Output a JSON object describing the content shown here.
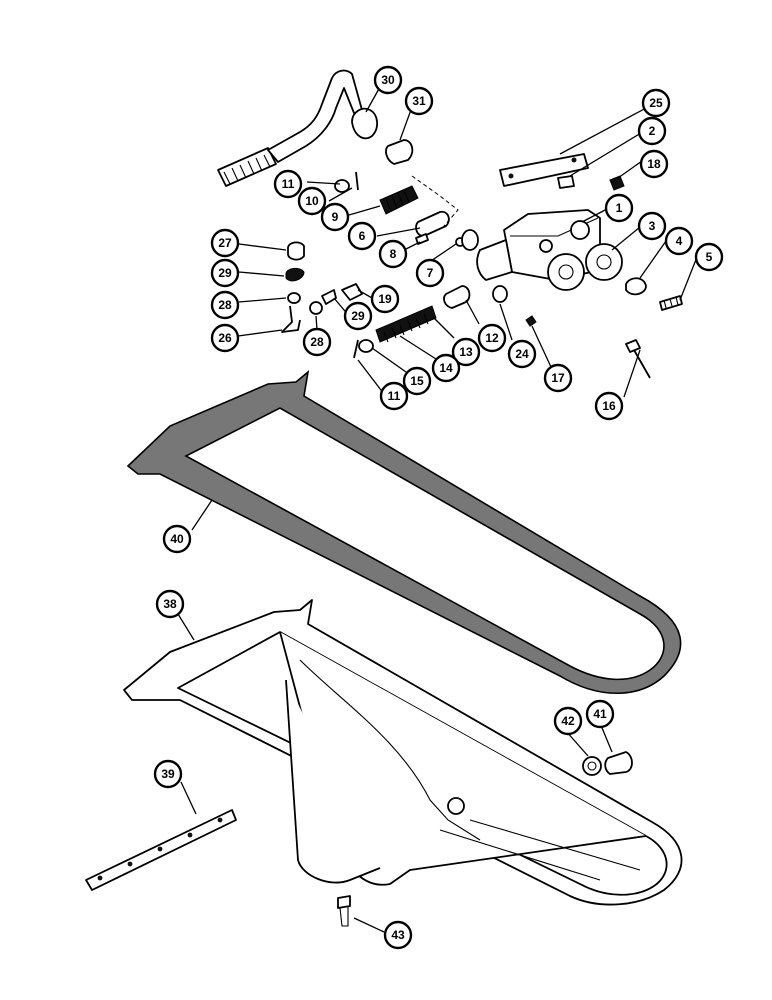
{
  "callouts": [
    {
      "id": "c30",
      "label": "30"
    },
    {
      "id": "c31",
      "label": "31"
    },
    {
      "id": "c25",
      "label": "25"
    },
    {
      "id": "c2",
      "label": "2"
    },
    {
      "id": "c18",
      "label": "18"
    },
    {
      "id": "c11a",
      "label": "11"
    },
    {
      "id": "c10",
      "label": "10"
    },
    {
      "id": "c9",
      "label": "9"
    },
    {
      "id": "c6",
      "label": "6"
    },
    {
      "id": "c8",
      "label": "8"
    },
    {
      "id": "c1",
      "label": "1"
    },
    {
      "id": "c3",
      "label": "3"
    },
    {
      "id": "c4",
      "label": "4"
    },
    {
      "id": "c5",
      "label": "5"
    },
    {
      "id": "c27",
      "label": "27"
    },
    {
      "id": "c29a",
      "label": "29"
    },
    {
      "id": "c28a",
      "label": "28"
    },
    {
      "id": "c26",
      "label": "26"
    },
    {
      "id": "c28b",
      "label": "28"
    },
    {
      "id": "c29b",
      "label": "29"
    },
    {
      "id": "c19",
      "label": "19"
    },
    {
      "id": "c7",
      "label": "7"
    },
    {
      "id": "c13",
      "label": "13"
    },
    {
      "id": "c12",
      "label": "12"
    },
    {
      "id": "c24",
      "label": "24"
    },
    {
      "id": "c17",
      "label": "17"
    },
    {
      "id": "c14",
      "label": "14"
    },
    {
      "id": "c15",
      "label": "15"
    },
    {
      "id": "c11b",
      "label": "11"
    },
    {
      "id": "c16",
      "label": "16"
    },
    {
      "id": "c40",
      "label": "40"
    },
    {
      "id": "c38",
      "label": "38"
    },
    {
      "id": "c42",
      "label": "42"
    },
    {
      "id": "c41",
      "label": "41"
    },
    {
      "id": "c39",
      "label": "39"
    },
    {
      "id": "c43",
      "label": "43"
    }
  ]
}
